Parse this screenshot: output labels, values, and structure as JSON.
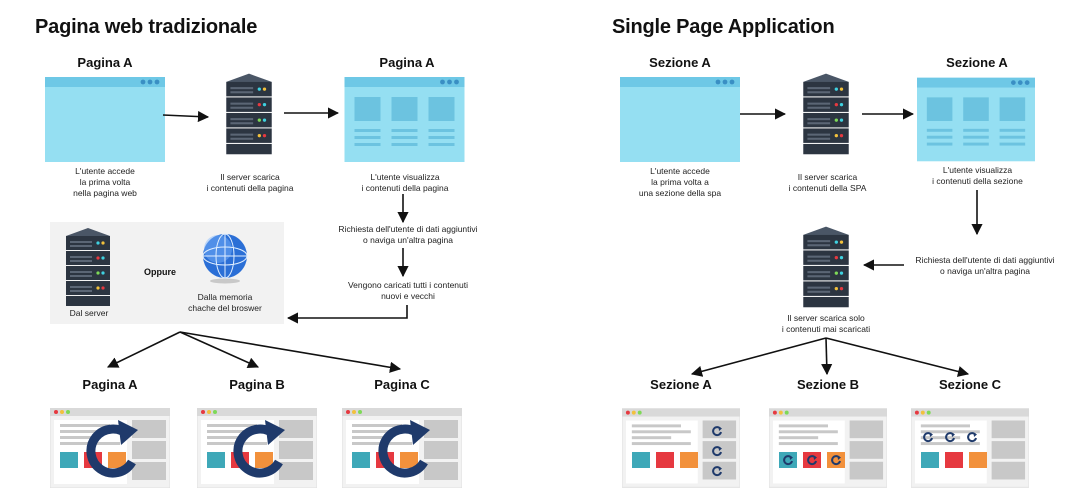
{
  "left": {
    "title": "Pagina web tradizionale",
    "page_a_label": "Pagina A",
    "page_a2_label": "Pagina A",
    "user_access": "L'utente accede\nla prima volta\nnella pagina web",
    "server_downloads": "Il server scarica\ni contenuti della pagina",
    "user_views": "L'utente visualizza\ni contenuti della pagina",
    "request": "Richiesta dell'utente di dati aggiuntivi\no naviga un'altra pagina",
    "loaded_all": "Vengono caricati tutti i contenuti\nnuovi e vecchi",
    "or_label": "Oppure",
    "from_server": "Dal server",
    "from_cache": "Dalla memoria\nchache del broswer",
    "result_labels": [
      "Pagina A",
      "Pagina B",
      "Pagina C"
    ]
  },
  "right": {
    "title": "Single Page Application",
    "section_a_label": "Sezione A",
    "section_a2_label": "Sezione A",
    "user_access": "L'utente accede\nla prima volta a\nuna sezione  della spa",
    "server_downloads": "Il server scarica\ni contenuti della SPA",
    "user_views": "L'utente visualizza\ni contenuti della sezione",
    "request": "Richiesta dell'utente di dati aggiuntivi\no naviga un'altra pagina",
    "server_only_new": "Il server scarica solo\ni contenuti mai scaricati",
    "result_labels": [
      "Sezione A",
      "Sezione B",
      "Sezione C"
    ]
  },
  "colors": {
    "window_fill": "#95dff2",
    "window_bar": "#6ec8e6",
    "server_dark": "#2c3541",
    "panel_gray": "#f2f2f2",
    "accent_blue": "#1f3a6b",
    "teal": "#3ea8b8",
    "red": "#e63940",
    "orange": "#f2913c"
  }
}
